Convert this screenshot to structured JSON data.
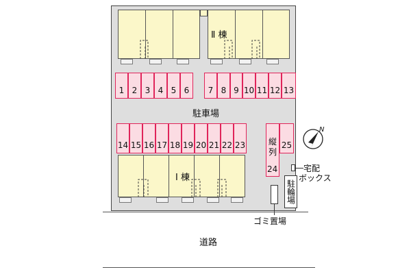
{
  "buildings": {
    "building_2": "Ⅱ 棟",
    "building_1": "Ⅰ 棟"
  },
  "parking": {
    "label": "駐車場",
    "top_row": [
      "1",
      "2",
      "3",
      "4",
      "5",
      "6",
      "7",
      "8",
      "9",
      "10",
      "11",
      "12",
      "13"
    ],
    "bottom_row": [
      "14",
      "15",
      "16",
      "17",
      "18",
      "19",
      "20",
      "21",
      "22",
      "23"
    ],
    "tandem_label": "縦\n列",
    "tandem_number": "24",
    "right_number": "25"
  },
  "facilities": {
    "delivery_box_line1": "宅配",
    "delivery_box_line2": "ボックス",
    "bicycle_parking": "駐輪場",
    "garbage": "ゴミ置場"
  },
  "road": {
    "label": "道路"
  },
  "compass": {
    "north": "N"
  },
  "colors": {
    "unit_fill": "#fbf7c9",
    "parking_fill": "#fbdce3",
    "parking_border": "#e0245a",
    "site_fill": "#dedede"
  }
}
